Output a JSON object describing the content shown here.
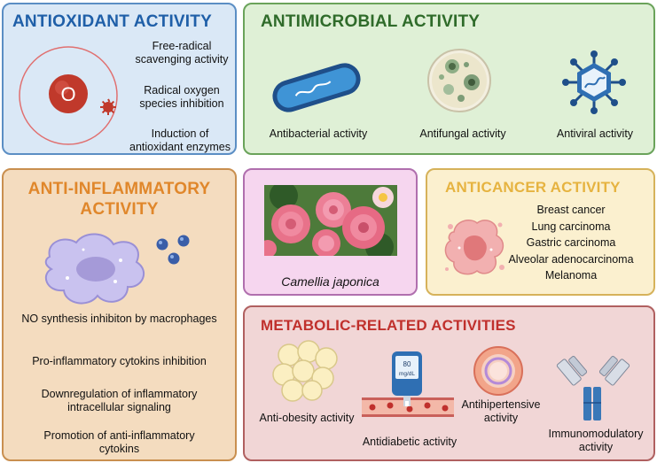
{
  "antioxidant": {
    "title": "ANTIOXIDANT ACTIVITY",
    "atom_label": "O",
    "items": [
      "Free-radical\nscavenging activity",
      "Radical oxygen\nspecies inhibition",
      "Induction of\nantioxidant enzymes"
    ]
  },
  "antimicrobial": {
    "title": "ANTIMICROBIAL ACTIVITY",
    "items": [
      "Antibacterial activity",
      "Antifungal activity",
      "Antiviral activity"
    ]
  },
  "antiinflammatory": {
    "title": "ANTI-INFLAMMATORY\nACTIVITY",
    "items": [
      "NO synthesis inhibiton by macrophages",
      "Pro-inflammatory cytokins inhibition",
      "Downregulation of inflammatory\nintracellular signaling",
      "Promotion of anti-inflammatory\ncytokins"
    ]
  },
  "camellia": {
    "label": "Camellia japonica"
  },
  "anticancer": {
    "title": "ANTICANCER ACTIVITY",
    "items": [
      "Breast cancer",
      "Lung carcinoma",
      "Gastric carcinoma",
      "Alveolar adenocarcinoma",
      "Melanoma"
    ]
  },
  "metabolic": {
    "title": "METABOLIC-RELATED ACTIVITIES",
    "items": [
      "Anti-obesity activity",
      "Antidiabetic activity",
      "Antihipertensive\nactivity",
      "Immunomodulatory\nactivity"
    ],
    "glucometer_value": "80",
    "glucometer_unit": "mg/dL"
  },
  "colors": {
    "antioxidant_title": "#1f5fa8",
    "antimicrobial_title": "#2f6b2a",
    "antiinflammatory_title": "#e0872b",
    "anticancer_title": "#e6b340",
    "metabolic_title": "#c0302c"
  }
}
